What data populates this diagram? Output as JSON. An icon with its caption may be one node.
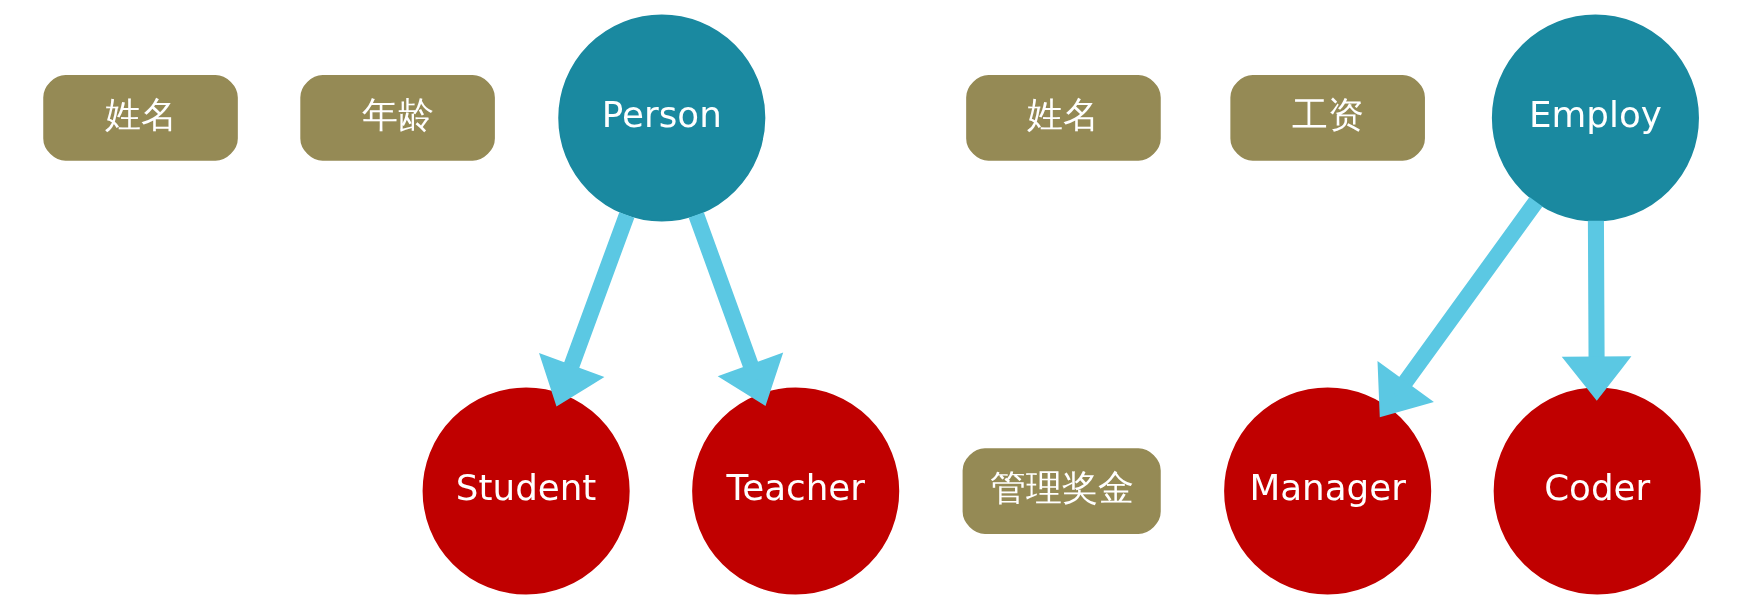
{
  "diagram": {
    "nodes": [
      {
        "text": [
          "姓名"
        ]
      },
      {
        "text": [
          "年龄"
        ]
      },
      {
        "text": [
          "Person"
        ]
      },
      {
        "text": [
          "Student"
        ]
      },
      {
        "text": [
          "Teacher"
        ]
      },
      {
        "text": [
          "姓名"
        ]
      },
      {
        "text": [
          "工资"
        ]
      },
      {
        "text": [
          "Employ"
        ]
      },
      {
        "text": [
          "管理奖金"
        ]
      },
      {
        "text": [
          "Manager"
        ]
      },
      {
        "text": [
          "Coder"
        ]
      }
    ],
    "edges": [
      {
        "from": 2,
        "to": 3,
        "arrow": "to"
      },
      {
        "from": 2,
        "to": 4,
        "arrow": "to"
      },
      {
        "from": 7,
        "to": 9,
        "arrow": "to"
      },
      {
        "from": 7,
        "to": 10,
        "arrow": "to"
      }
    ]
  }
}
